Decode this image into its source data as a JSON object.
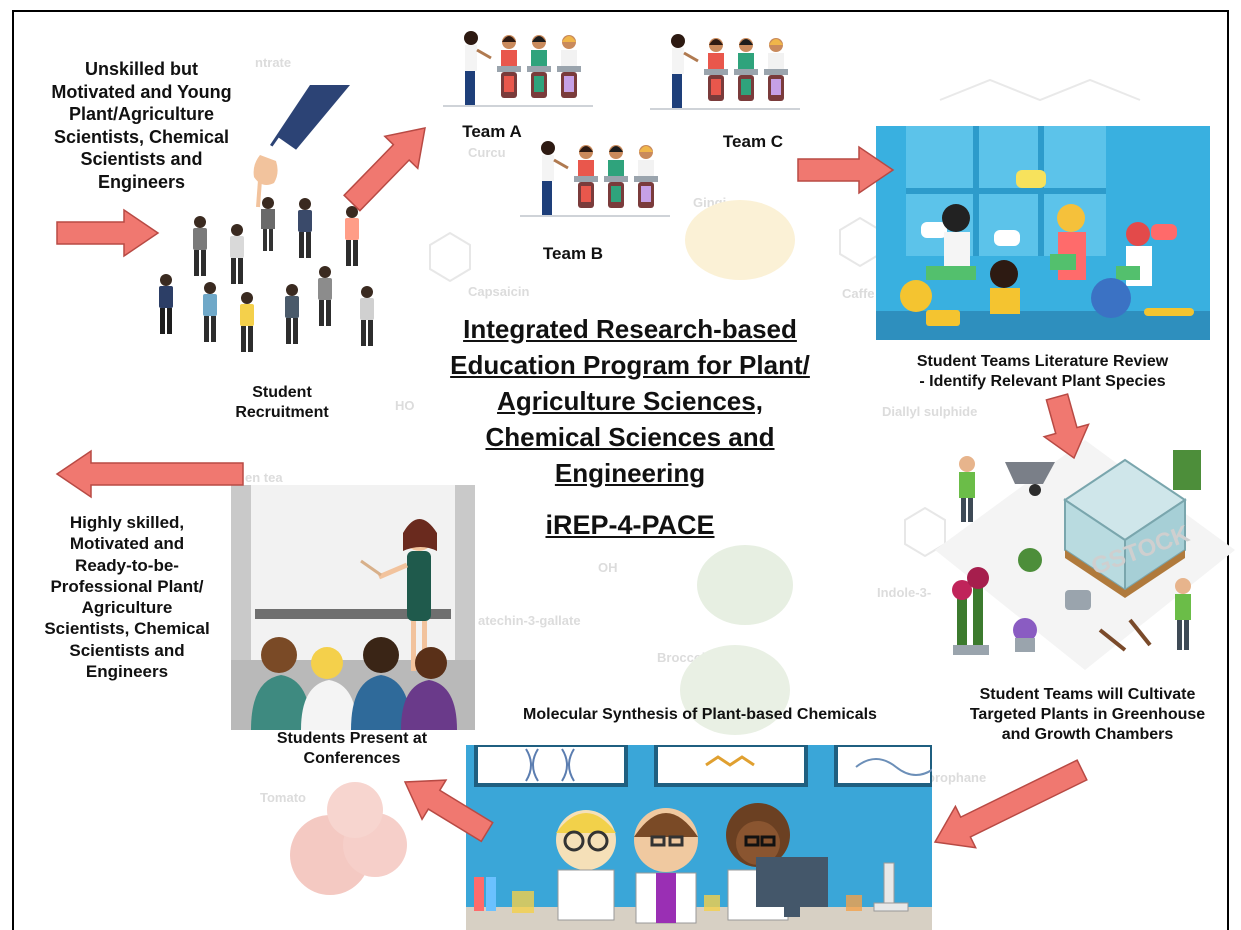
{
  "title": "Integrated Research-based\nEducation Program for Plant/\nAgriculture Sciences,\nChemical Sciences and\nEngineering",
  "acronym": "iREP-4-PACE",
  "nodes": {
    "input_label": "Unskilled but\nMotivated and Young\nPlant/Agriculture\nScientists, Chemical\nScientists and\nEngineers",
    "recruitment": "Student\nRecruitment",
    "team_a": "Team A",
    "team_b": "Team B",
    "team_c": "Team C",
    "literature": "Student Teams Literature Review\n- Identify Relevant Plant Species",
    "cultivate": "Student Teams will Cultivate\nTargeted Plants in Greenhouse\nand Growth Chambers",
    "synthesis": "Molecular Synthesis of Plant-based Chemicals",
    "present": "Students Present at\nConferences",
    "output_label": "Highly skilled,\nMotivated and\nReady-to-be-\nProfessional Plant/\nAgriculture\nScientists, Chemical\nScientists and\nEngineers"
  },
  "background_words": [
    "Capsaicin",
    "Curcu",
    "Caffe",
    "Diallyl sulphide",
    "Indole-3-",
    "atechin-3-gallate",
    "Broccoli",
    "orophane",
    "Tomato",
    "en tea",
    "ntrate",
    "HO",
    "OH",
    "Gingi"
  ],
  "watermark": "GSTOCK",
  "colors": {
    "arrow_fill": "#f07870",
    "arrow_stroke": "#b84a44",
    "lit_bg": "#39b0e0",
    "lab_bg": "#3aa6d8",
    "present_floor": "#b9b9b9",
    "present_wall": "#f2f2f2"
  }
}
